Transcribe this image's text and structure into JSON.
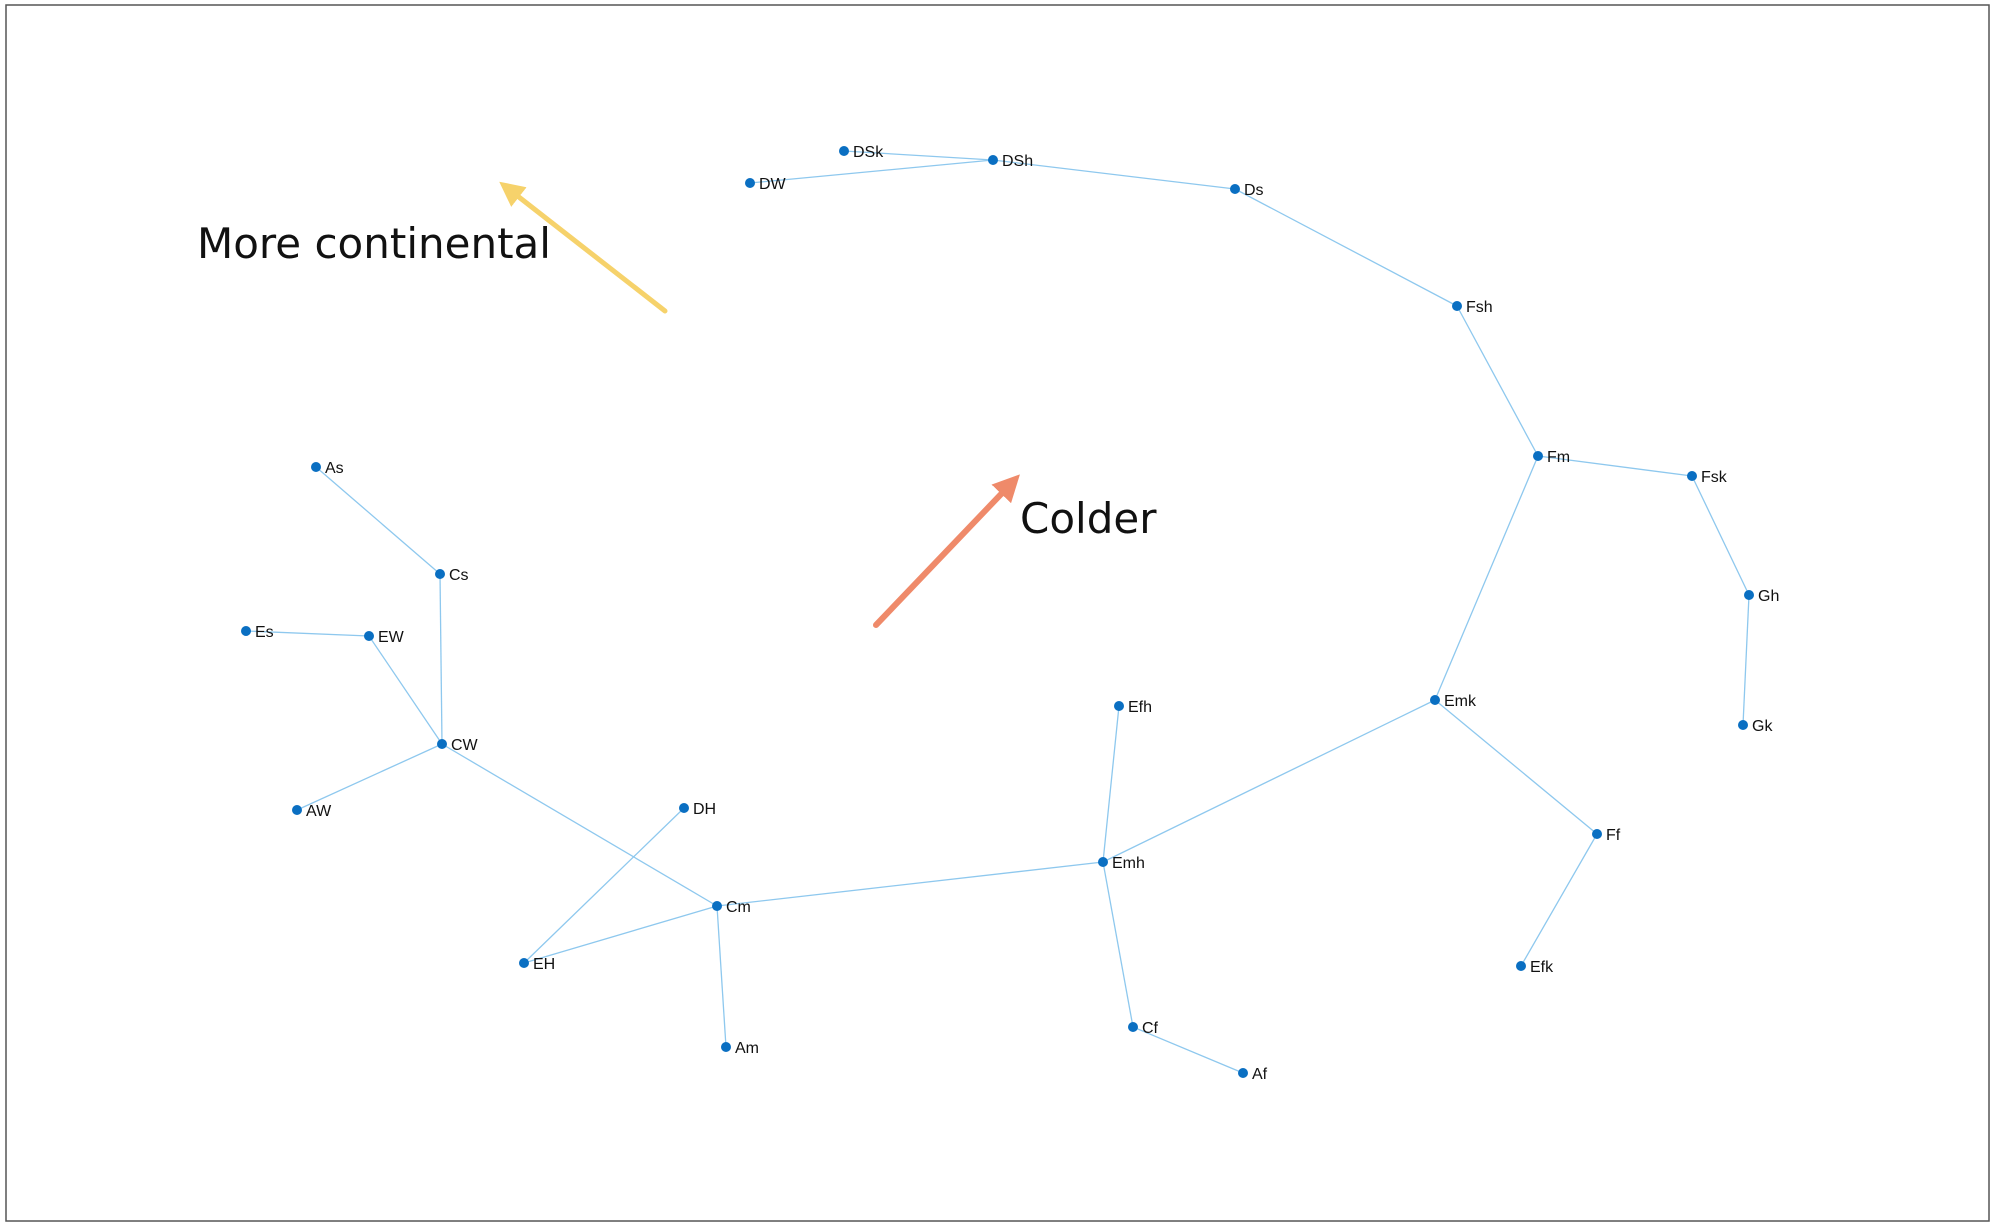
{
  "annotations": {
    "continental": {
      "label": "More continental",
      "color": "#f6d26b"
    },
    "colder": {
      "label": "Colder",
      "color": "#ef8a6a"
    }
  },
  "colors": {
    "node": "#0a6fc2",
    "edge": "#8ec8ee"
  },
  "nodes": [
    "DSk",
    "DSh",
    "DW",
    "Ds",
    "Fsh",
    "Fm",
    "Fsk",
    "Gh",
    "Gk",
    "Emk",
    "Ff",
    "Efk",
    "Efh",
    "Emh",
    "Cf",
    "Af",
    "Cm",
    "DH",
    "EH",
    "Am",
    "CW",
    "AW",
    "EW",
    "Es",
    "Cs",
    "As"
  ],
  "edges": [
    [
      "DSk",
      "DSh"
    ],
    [
      "DW",
      "DSh"
    ],
    [
      "DSh",
      "Ds"
    ],
    [
      "Ds",
      "Fsh"
    ],
    [
      "Fsh",
      "Fm"
    ],
    [
      "Fm",
      "Fsk"
    ],
    [
      "Fsk",
      "Gh"
    ],
    [
      "Gh",
      "Gk"
    ],
    [
      "Fm",
      "Emk"
    ],
    [
      "Emk",
      "Ff"
    ],
    [
      "Ff",
      "Efk"
    ],
    [
      "Emk",
      "Emh"
    ],
    [
      "Efh",
      "Emh"
    ],
    [
      "Emh",
      "Cf"
    ],
    [
      "Cf",
      "Af"
    ],
    [
      "Emh",
      "Cm"
    ],
    [
      "Cm",
      "EH"
    ],
    [
      "EH",
      "DH"
    ],
    [
      "Cm",
      "Am"
    ],
    [
      "Cm",
      "CW"
    ],
    [
      "CW",
      "AW"
    ],
    [
      "CW",
      "EW"
    ],
    [
      "EW",
      "Es"
    ],
    [
      "CW",
      "Cs"
    ],
    [
      "Cs",
      "As"
    ]
  ]
}
